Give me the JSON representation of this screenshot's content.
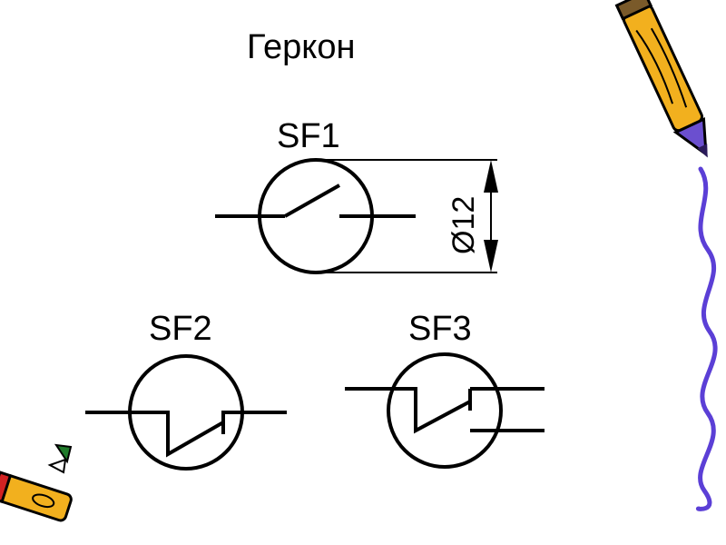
{
  "slide": {
    "title": "Геркон",
    "symbols": [
      {
        "label": "SF1"
      },
      {
        "label": "SF2"
      },
      {
        "label": "SF3"
      }
    ],
    "dimension_label": "Ø12"
  },
  "decor": {
    "pencil_color": "#f2b01e",
    "wave_color": "#5b3fd6",
    "line_color": "#000000"
  }
}
